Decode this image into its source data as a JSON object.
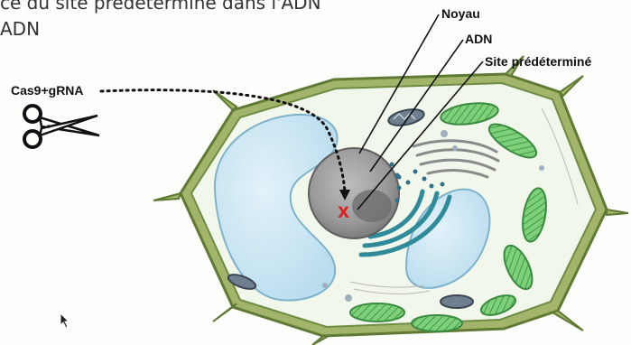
{
  "caption": {
    "line1": "ce du site prédéterminé dans l'ADN",
    "line2": "ADN"
  },
  "labels": {
    "noyau": "Noyau",
    "adn": "ADN",
    "site": "Site prédéterminé",
    "cas9": "Cas9+gRNA"
  },
  "cut_mark": "X",
  "colors": {
    "cell_wall": "#a2b56a",
    "cell_wall_dark": "#5f7a34",
    "cytoplasm": "#f1f7ea",
    "vacuole": "#c9e5f3",
    "nucleus": "#9a9a9a",
    "chloroplast": "#6cc46a",
    "er": "#2f8a9a",
    "cut_mark": "#e02020",
    "leader": "#111111"
  },
  "icons": {
    "scissors": "scissors-icon",
    "cursor": "mouse-cursor-icon"
  }
}
